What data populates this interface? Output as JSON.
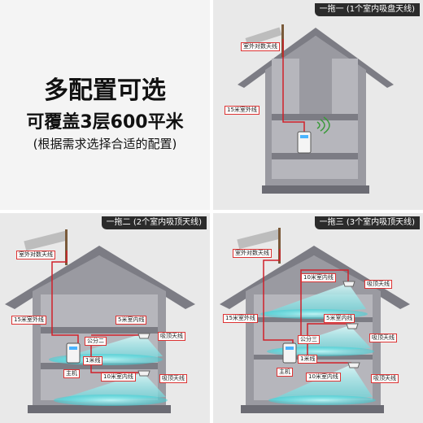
{
  "intro": {
    "headline": "多配置可选",
    "coverage": "可覆盖3层600平米",
    "note": "(根据需求选择合适的配置)"
  },
  "options": [
    {
      "tag": "一拖一 (1个室内吸盘天线)",
      "labels": {
        "outdoor_antenna": "室外对数天线",
        "outdoor_cable": "15米室外线"
      }
    },
    {
      "tag": "一拖二 (2个室内吸顶天线)",
      "labels": {
        "outdoor_antenna": "室外对数天线",
        "outdoor_cable": "15米室外线",
        "indoor_cable_top": "5米室内线",
        "splitter": "公分二",
        "ceiling_antenna_1": "吸顶天线",
        "jumper": "1米线",
        "host": "主机",
        "indoor_cable_bottom": "10米室内线",
        "ceiling_antenna_2": "吸顶天线"
      }
    },
    {
      "tag": "一拖三 (3个室内吸顶天线)",
      "labels": {
        "outdoor_antenna": "室外对数天线",
        "outdoor_cable": "15米室外线",
        "indoor_cable_top": "10米室内线",
        "ceiling_antenna_1": "吸顶天线",
        "indoor_cable_mid": "5米室内线",
        "splitter": "公分三",
        "ceiling_antenna_2": "吸顶天线",
        "jumper": "1米线",
        "host": "主机",
        "indoor_cable_bottom": "10米室内线",
        "ceiling_antenna_3": "吸顶天线"
      }
    }
  ],
  "colors": {
    "house": "#8a8a92",
    "house_dark": "#6a6a72",
    "cable": "#d0202a",
    "signal": "#6fe3e6"
  }
}
